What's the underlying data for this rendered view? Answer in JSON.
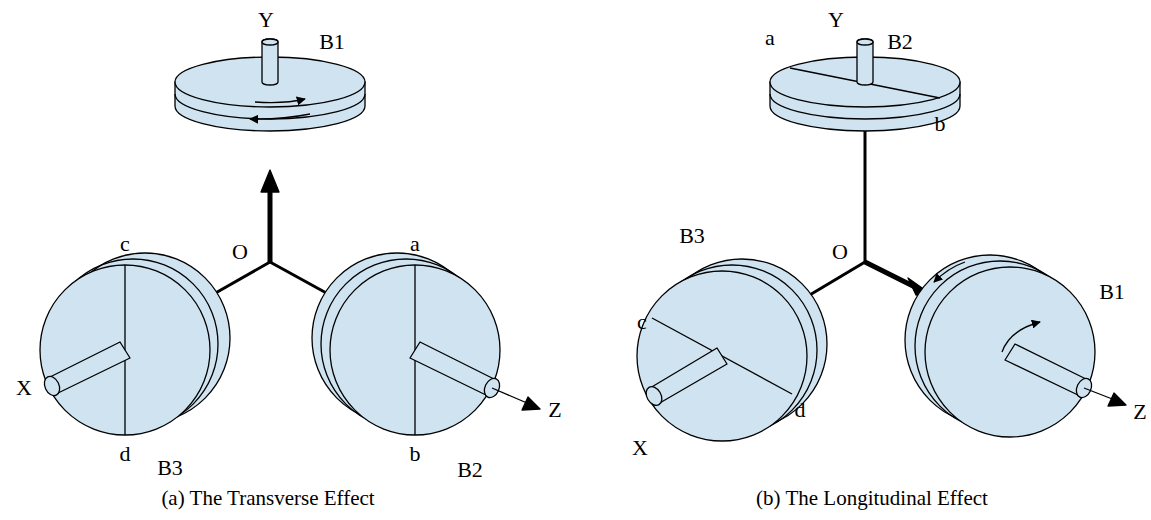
{
  "diagram": {
    "labels": [
      "Y",
      "B1",
      "c",
      "a",
      "O",
      "X",
      "d",
      "B3",
      "b",
      "B2",
      "Z",
      "(a) The Transverse Effect",
      "a",
      "Y",
      "B2",
      "b",
      "B3",
      "O",
      "c",
      "d",
      "X",
      "B1",
      "Z",
      "(b) The Longitudinal Effect"
    ]
  }
}
